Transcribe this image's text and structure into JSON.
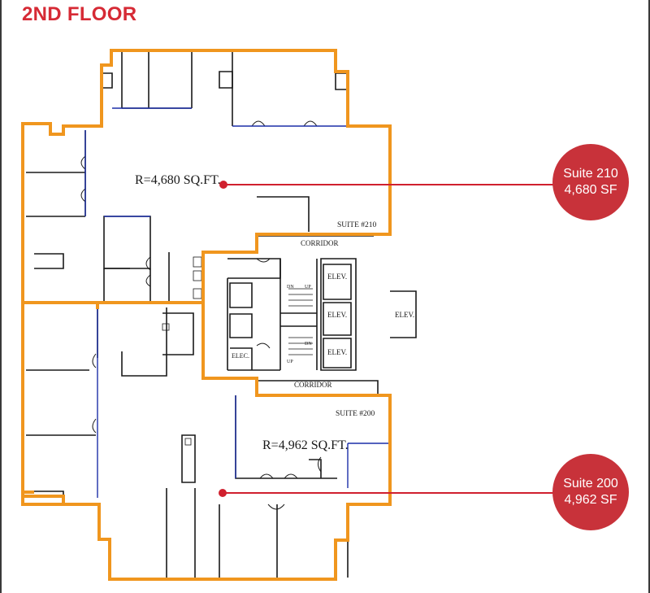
{
  "page": {
    "title": "2ND FLOOR"
  },
  "plan": {
    "rooms": {
      "corridor_top": "CORRIDOR",
      "corridor_bottom": "CORRIDOR",
      "elev_1": "ELEV.",
      "elev_2": "ELEV.",
      "elev_3": "ELEV.",
      "elev_4": "ELEV.",
      "elec": "ELEC.",
      "stair_dn_1": "DN",
      "stair_up_1": "UP",
      "stair_dn_2": "DN",
      "stair_up_2": "UP"
    },
    "suite_210": {
      "label": "SUITE #210",
      "area": "R=4,680 SQ.FT."
    },
    "suite_200": {
      "label": "SUITE #200",
      "area": "R=4,962 SQ.FT."
    }
  },
  "callouts": [
    {
      "name": "Suite 210",
      "area": "4,680 SF"
    },
    {
      "name": "Suite 200",
      "area": "4,962 SF"
    }
  ],
  "colors": {
    "title": "#d62a35",
    "outline": "#f0961e",
    "callout": "#c8323a",
    "leader": "#d0202e",
    "wall": "#1a1a1a",
    "glass": "#1c2fa8"
  }
}
